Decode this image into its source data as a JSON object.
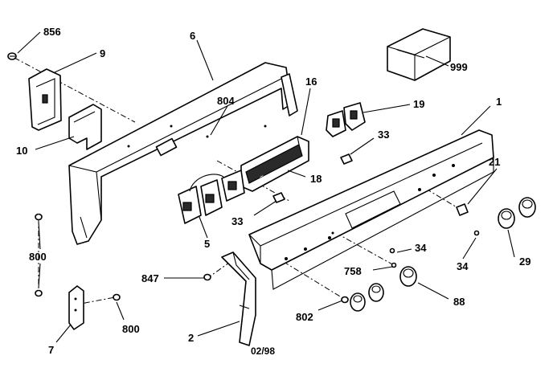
{
  "callouts": {
    "c856": "856",
    "c9": "9",
    "c6": "6",
    "c804": "804",
    "c16": "16",
    "c19": "19",
    "c999": "999",
    "c1": "1",
    "c10": "10",
    "c33a": "33",
    "c18": "18",
    "c21": "21",
    "c33b": "33",
    "c5": "5",
    "c800a": "800",
    "c34a": "34",
    "c34b": "34",
    "c29": "29",
    "c847": "847",
    "c758": "758",
    "c88": "88",
    "c802": "802",
    "c800b": "800",
    "c7": "7",
    "c2": "2"
  },
  "date_code": "02/98"
}
